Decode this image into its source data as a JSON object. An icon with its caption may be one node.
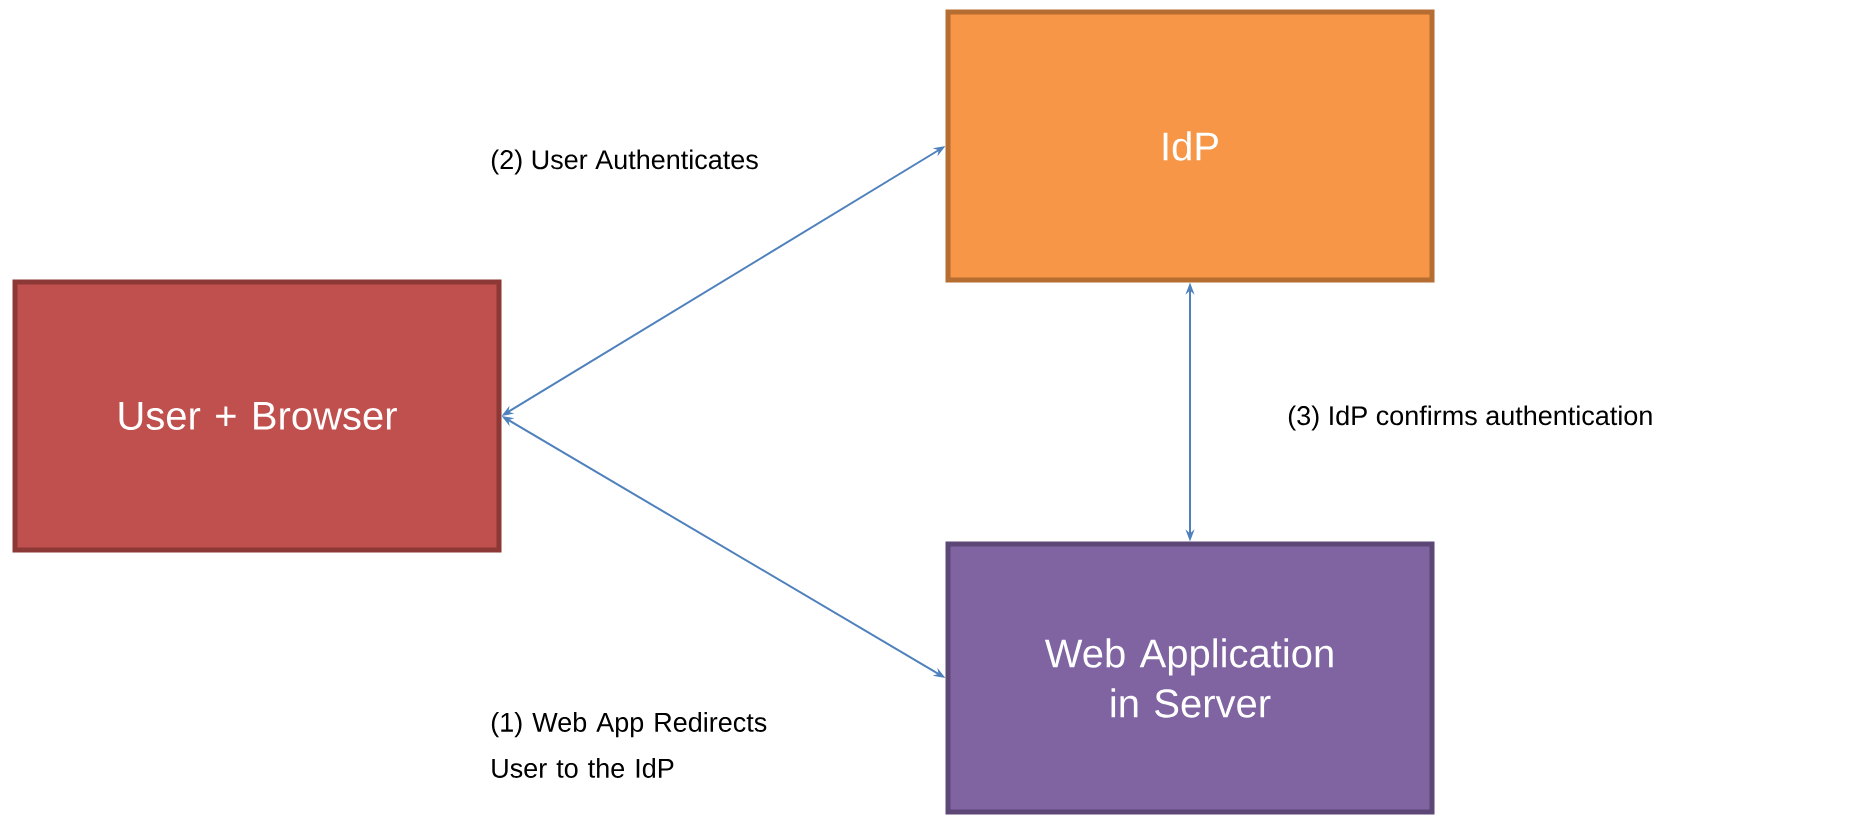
{
  "diagram": {
    "nodes": [
      {
        "text": [
          "User + Browser"
        ]
      },
      {
        "text": [
          "IdP"
        ]
      },
      {
        "text": [
          "Web Application in Server"
        ]
      }
    ],
    "edges": [
      {
        "from": 0,
        "to": 1,
        "arrow": "both",
        "label": "(2) User Authenticates"
      },
      {
        "from": 0,
        "to": 2,
        "arrow": "both",
        "label": "(1)  Web App Redirects User to the IdP"
      },
      {
        "from": 1,
        "to": 2,
        "arrow": "both",
        "label": "(3) IdP confirms authentication"
      }
    ]
  }
}
